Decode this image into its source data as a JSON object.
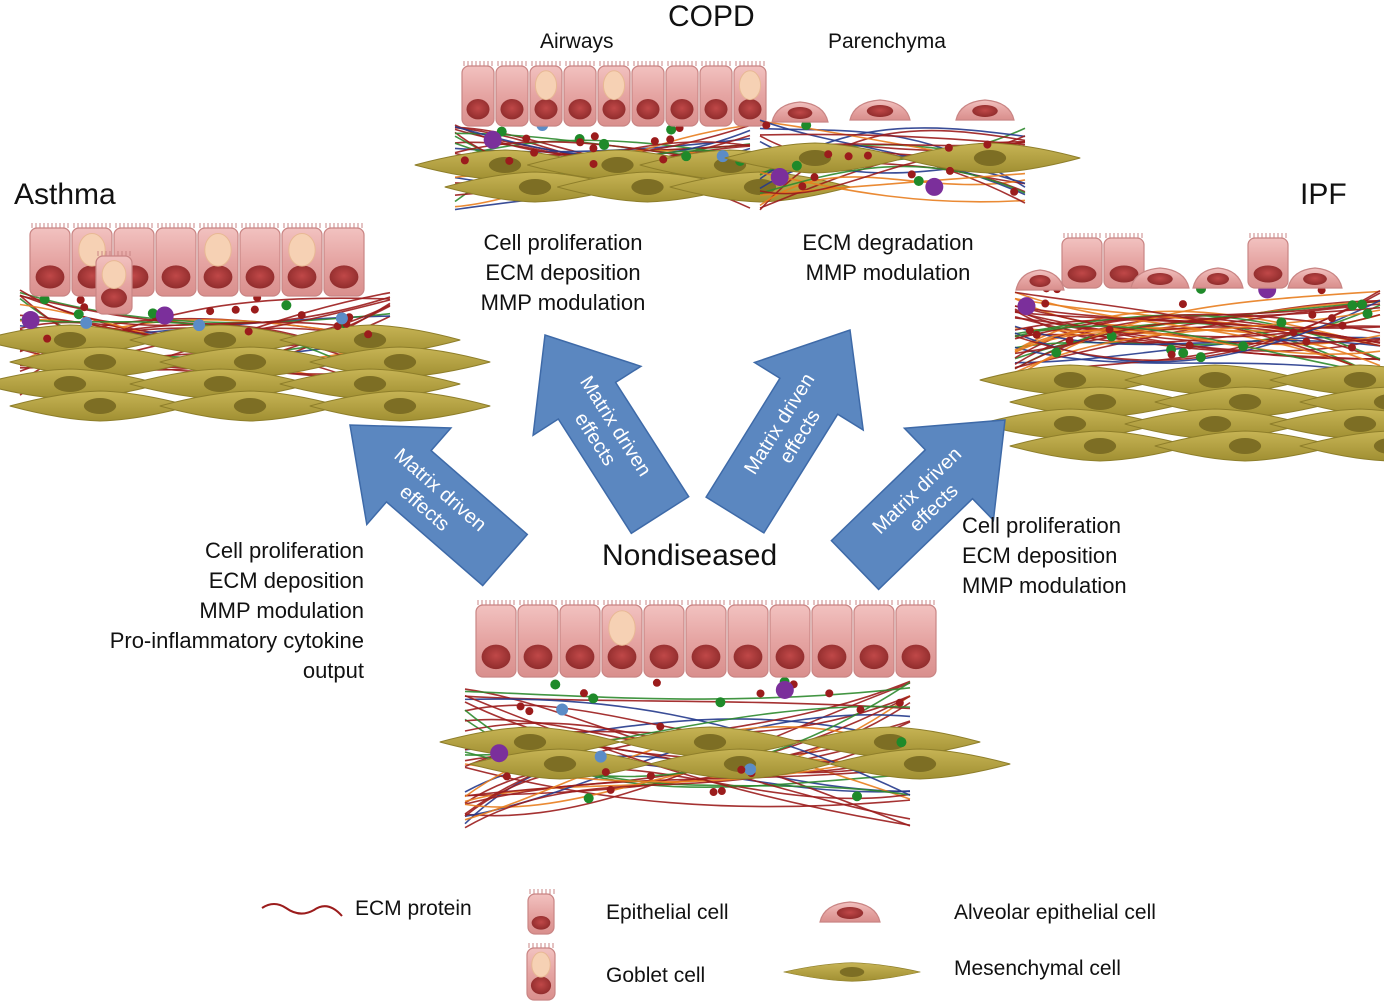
{
  "titles": {
    "copd": "COPD",
    "airways": "Airways",
    "parenchyma": "Parenchyma",
    "asthma": "Asthma",
    "ipf": "IPF",
    "nondiseased": "Nondiseased"
  },
  "effects": {
    "asthma": [
      "Cell proliferation",
      "ECM deposition",
      "MMP modulation",
      "Pro-inflammatory cytokine",
      "output"
    ],
    "copd_airways": [
      "Cell proliferation",
      "ECM deposition",
      "MMP modulation"
    ],
    "copd_parenchyma": [
      "ECM degradation",
      "MMP modulation"
    ],
    "ipf": [
      "Cell proliferation",
      "ECM deposition",
      "MMP modulation"
    ]
  },
  "arrow_label": {
    "line1": "Matrix driven",
    "line2": "effects"
  },
  "legend": {
    "ecm_protein": "ECM protein",
    "epithelial_cell": "Epithelial cell",
    "goblet_cell": "Goblet cell",
    "alveolar_epithelial_cell": "Alveolar epithelial cell",
    "mesenchymal_cell": "Mesenchymal cell"
  },
  "colors": {
    "epithelium": "#e5a4a2",
    "epithelium_edge": "#c98584",
    "nucleus": "#a83a3a",
    "goblet": "#f6d1b4",
    "mesenchyme": "#b5a23e",
    "mesenchyme_edge": "#8e7e2a",
    "mesenchyme_nucleus": "#7d6e24",
    "fiber_red": "#9b1c1c",
    "fiber_green": "#2d8a2d",
    "fiber_orange": "#e87d1e",
    "fiber_blue": "#253a8c",
    "dot_purple": "#7b2f9b",
    "dot_blue": "#5b8cc7",
    "dot_green": "#1f8a2a",
    "arrow": "#5b87c0",
    "arrow_edge": "#3e6aa8"
  }
}
